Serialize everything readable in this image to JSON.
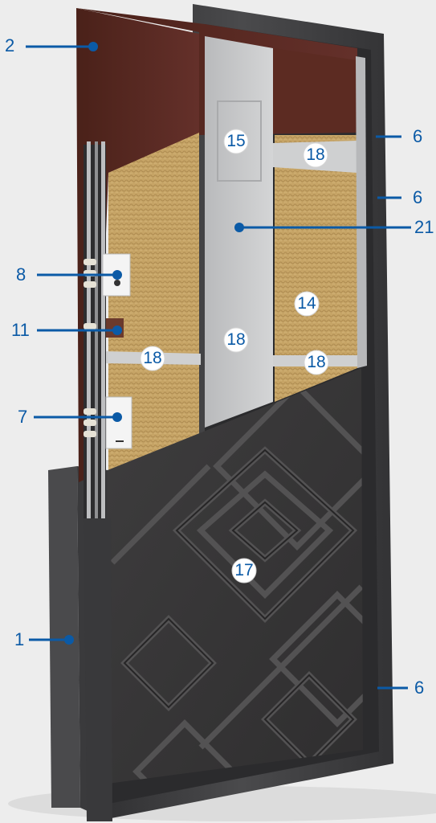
{
  "callouts": [
    {
      "id": "c1",
      "label": "2"
    },
    {
      "id": "c2",
      "label": "8"
    },
    {
      "id": "c3",
      "label": "11"
    },
    {
      "id": "c4",
      "label": "7"
    },
    {
      "id": "c5",
      "label": "1"
    },
    {
      "id": "c6",
      "label": "6"
    },
    {
      "id": "c7",
      "label": "6"
    },
    {
      "id": "c8",
      "label": "21"
    },
    {
      "id": "c9",
      "label": "6"
    }
  ],
  "badges": [
    {
      "id": "b1",
      "label": "15"
    },
    {
      "id": "b2",
      "label": "18"
    },
    {
      "id": "b3",
      "label": "14"
    },
    {
      "id": "b4",
      "label": "18"
    },
    {
      "id": "b5",
      "label": "18"
    },
    {
      "id": "b6",
      "label": "18"
    },
    {
      "id": "b7",
      "label": "17"
    }
  ],
  "colors": {
    "accent": "#0b5aa6",
    "frame": "#404042",
    "panel_brown": "#5a2a22",
    "insulation": "#c9a86a",
    "steel": "#c8c9cb",
    "finish_panel": "#3b3a3b"
  }
}
